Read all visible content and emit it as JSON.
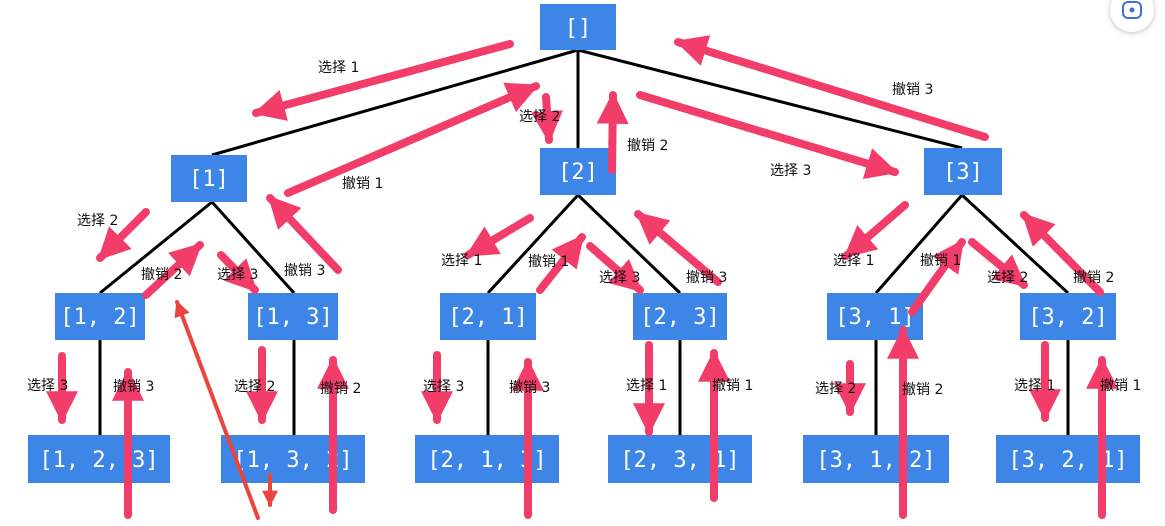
{
  "nodes": {
    "root": "[]",
    "n1": "[1]",
    "n2": "[2]",
    "n3": "[3]",
    "n12": "[1, 2]",
    "n13": "[1, 3]",
    "n21": "[2, 1]",
    "n23": "[2, 3]",
    "n31": "[3, 1]",
    "n32": "[3, 2]",
    "n123": "[1, 2, 3]",
    "n132": "[1, 3, 2]",
    "n213": "[2, 1, 3]",
    "n231": "[2, 3, 1]",
    "n312": "[3, 1, 2]",
    "n321": "[3, 2, 1]"
  },
  "labels": {
    "select_1_top": "选择 1",
    "undo_3_top": "撤销 3",
    "select_2_top": "选择 2",
    "undo_2_top": "撤销 2",
    "undo_1_top": "撤销 1",
    "select_3_top": "选择 3",
    "select_2_a": "选择 2",
    "undo_2_a": "撤销 2",
    "select_3_a": "选择 3",
    "undo_3_a": "撤销 3",
    "select_1_b": "选择 1",
    "undo_1_b": "撤销 1",
    "select_3_b": "选择 3",
    "undo_3_b": "撤销 3",
    "select_1_c": "选择 1",
    "undo_1_c": "撤销 1",
    "select_2_c": "选择 2",
    "undo_2_c": "撤销 2",
    "select_3_d1": "选择 3",
    "undo_3_d1": "撤销 3",
    "select_2_d2": "选择 2",
    "undo_2_d2": "撤销 2",
    "select_3_d3": "选择 3",
    "undo_3_d3": "撤销 3",
    "select_1_d4": "选择 1",
    "undo_1_d4": "撤销 1",
    "select_2_d5": "选择 2",
    "undo_2_d5": "撤销 2",
    "select_1_d6": "选择 1",
    "undo_1_d6": "撤销 1"
  },
  "colors": {
    "node_fill": "#3d85e6",
    "edge": "#000000",
    "arrow_pink": "#f23d6b",
    "arrow_red": "#e8453c"
  },
  "icons": {
    "camera": "camera-icon"
  }
}
